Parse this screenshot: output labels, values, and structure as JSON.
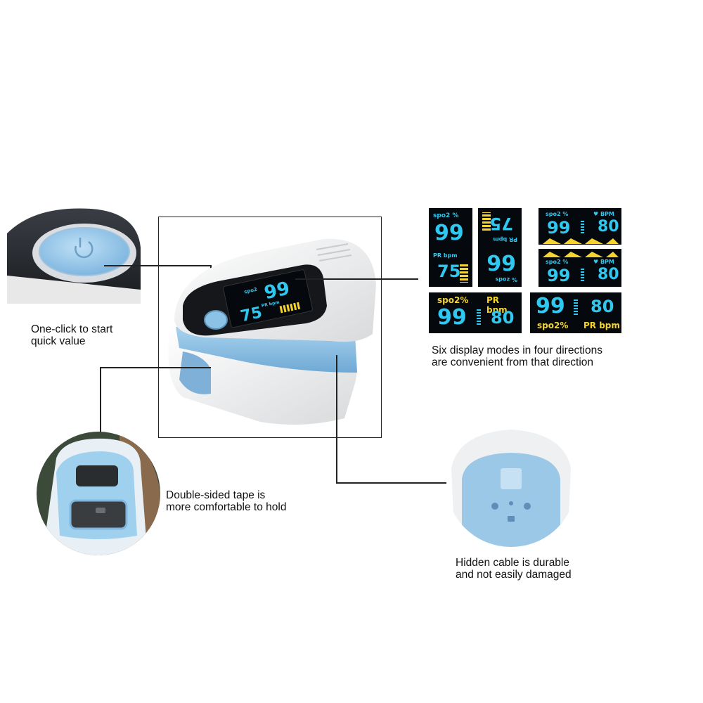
{
  "captions": {
    "button": {
      "line1": "One-click to start",
      "line2": "quick value"
    },
    "display": {
      "line1": "Six display modes in four directions",
      "line2": "are convenient from that direction"
    },
    "tape": {
      "line1": "Double-sided tape is",
      "line2": "more comfortable to hold"
    },
    "cable": {
      "line1": "Hidden cable is durable",
      "line2": "and not easily damaged"
    }
  },
  "device": {
    "spo2_value": "99",
    "pr_value": "75",
    "spo2_label": "spo2",
    "pr_label": "PR bpm"
  },
  "modes": {
    "m1": {
      "spo2_label": "spo2 %",
      "spo2": "99",
      "pr_label": "PR bpm",
      "pr": "75"
    },
    "m2": {
      "pr": "75",
      "pr_label": "PR bpm",
      "spo2": "66",
      "spo2_label": "% zods"
    },
    "m3": {
      "spo2_label": "spo2 %",
      "bpm_label": "♥ BPM",
      "spo2": "99",
      "pr": "80"
    },
    "m4": {
      "spo2_label": "spo2 %",
      "bpm_label": "♥ BPM",
      "spo2": "99",
      "pr": "80"
    },
    "m5": {
      "spo2_label": "spo2%",
      "pr_label": "PR bpm",
      "spo2": "99",
      "pr": "80"
    },
    "m6": {
      "spo2": "99",
      "pr": "80",
      "spo2_label": "spo2%",
      "pr_label": "PR bpm"
    }
  },
  "colors": {
    "lcd_cyan": "#2fc8f0",
    "lcd_yellow": "#f5d431",
    "device_blue": "#8cc2e6",
    "lcd_bg": "#05080c"
  }
}
